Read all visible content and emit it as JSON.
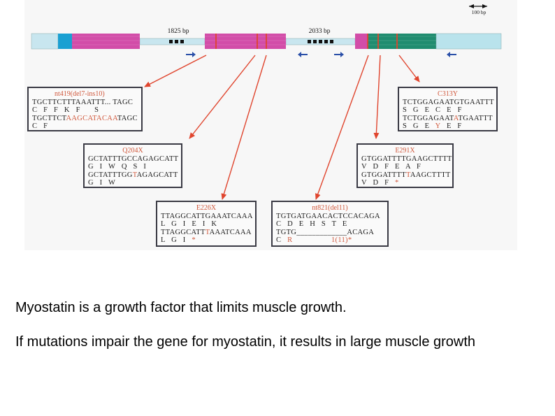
{
  "figure": {
    "scale_label": "100 bp",
    "intron1_label": "1825 bp",
    "intron2_label": "2033 bp",
    "colors": {
      "exon1": "#d24da8",
      "exon2": "#d24da8",
      "exon3": "#1f8c6f",
      "utr5": "#1aa0d2",
      "utr3": "#b9e3ec",
      "intron": "#c8e6ef",
      "mutation_line": "#e0452e",
      "arrow": "#e0452e",
      "primer": "#2a4fa8"
    },
    "boxes": [
      {
        "id": "nt419",
        "title": "nt419(del7-ins10)",
        "rows": [
          [
            {
              "t": "TGCTTCTTTAAATTT... TAGC"
            }
          ],
          [
            {
              "t": "C   F   F   K   F       S"
            }
          ],
          [
            {
              "t": "TGCTTCT"
            },
            {
              "t": "AAGCATACAA",
              "m": true
            },
            {
              "t": "TAGC"
            }
          ],
          [
            {
              "t": "C   F"
            }
          ]
        ]
      },
      {
        "id": "q204x",
        "title": "Q204X",
        "rows": [
          [
            {
              "t": "GCTATTTGCCAGAGCATT"
            }
          ],
          [
            {
              "t": "G   I   W   Q   S   I"
            }
          ],
          [
            {
              "t": "GCTATTTGG"
            },
            {
              "t": "T",
              "m": true
            },
            {
              "t": "AGAGCATT"
            }
          ],
          [
            {
              "t": "G   I   W"
            }
          ]
        ]
      },
      {
        "id": "e226x",
        "title": "E226X",
        "rows": [
          [
            {
              "t": "TTAGGCATTGAAATCAAA"
            }
          ],
          [
            {
              "t": "L   G   I   E   I   K"
            }
          ],
          [
            {
              "t": "TTAGGCATT"
            },
            {
              "t": "T",
              "m": true
            },
            {
              "t": "AAATCAAA"
            }
          ],
          [
            {
              "t": "L   G   I   "
            },
            {
              "t": "*",
              "m": true
            }
          ]
        ]
      },
      {
        "id": "nt821",
        "title": "nt821(del11)",
        "rows": [
          [
            {
              "t": "TGTGATGAACACTCCACAGA"
            }
          ],
          [
            {
              "t": "C   D   E   H   S   T   E"
            }
          ],
          [
            {
              "t": "TGTG_____________ACAGA"
            }
          ],
          [
            {
              "t": "C   "
            },
            {
              "t": "R",
              "m": true
            },
            {
              "t": "                   1(11)*",
              "m": true
            }
          ]
        ]
      },
      {
        "id": "e291x",
        "title": "E291X",
        "rows": [
          [
            {
              "t": "GTGGATTTTGAAGCTTTT"
            }
          ],
          [
            {
              "t": "V   D   F   E   A   F"
            }
          ],
          [
            {
              "t": "GTGGATTTT"
            },
            {
              "t": "T",
              "m": true
            },
            {
              "t": "AAGCTTTT"
            }
          ],
          [
            {
              "t": "V   D   F   "
            },
            {
              "t": "*",
              "m": true
            }
          ]
        ]
      },
      {
        "id": "c313y",
        "title": "C313Y",
        "rows": [
          [
            {
              "t": "TCTGGAGAATGTGAATTT"
            }
          ],
          [
            {
              "t": "S   G   E   C   E   F"
            }
          ],
          [
            {
              "t": "TCTGGAGAAT"
            },
            {
              "t": "A",
              "m": true
            },
            {
              "t": "TGAATTT"
            }
          ],
          [
            {
              "t": "S   G   E   "
            },
            {
              "t": "Y",
              "m": true
            },
            {
              "t": "   E   F"
            }
          ]
        ]
      }
    ]
  },
  "caption": {
    "line1": "Myostatin is a growth factor that limits muscle growth.",
    "line2": "If mutations impair the gene for myostatin, it results in large muscle growth"
  }
}
